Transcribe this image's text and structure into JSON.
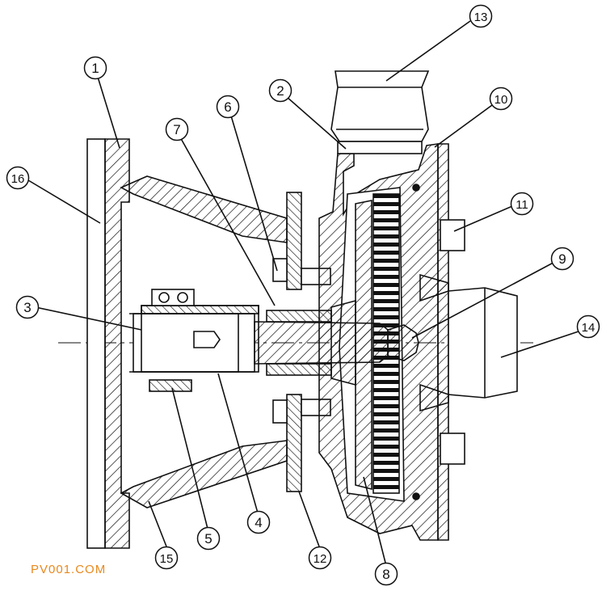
{
  "diagram": {
    "callouts": [
      "1",
      "2",
      "3",
      "4",
      "5",
      "6",
      "7",
      "8",
      "9",
      "10",
      "11",
      "12",
      "13",
      "14",
      "15",
      "16"
    ]
  },
  "watermark": "PV001.COM",
  "colors": {
    "line": "#111111",
    "watermark": "#e8891e",
    "background": "#ffffff"
  }
}
